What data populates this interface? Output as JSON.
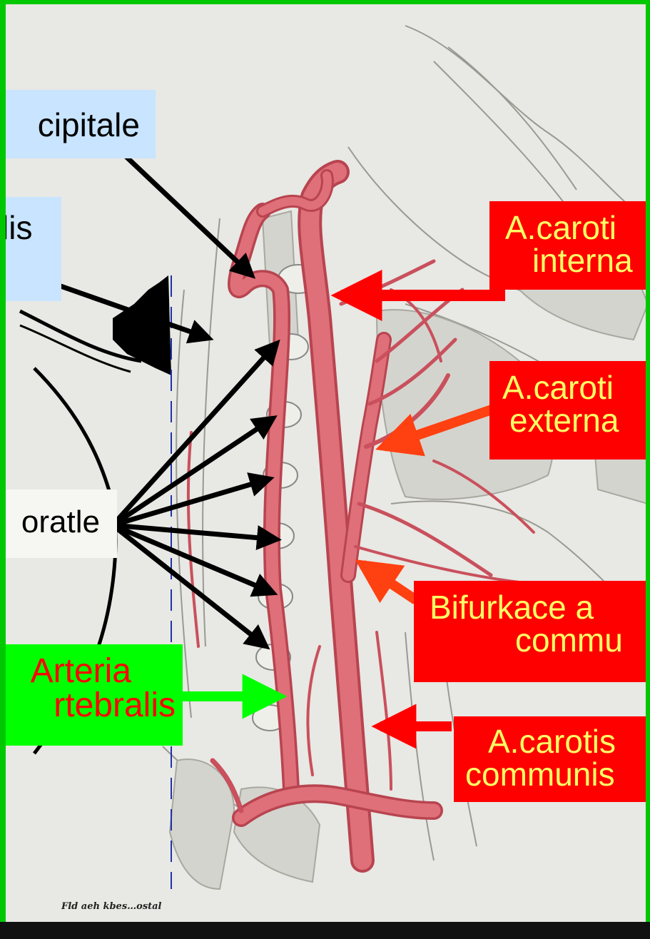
{
  "labels": {
    "occipitale": "cipitale",
    "basilaris": "lis",
    "carotis_interna_1": "A.caroti",
    "carotis_interna_2": "interna",
    "carotis_externa_1": "A.caroti",
    "carotis_externa_2": "externa",
    "perforatle": "oratle",
    "bifurkace_1": "Bifurkace a",
    "bifurkace_2": "commu",
    "arteria_vertebralis_1": "Arteria",
    "arteria_vertebralis_2": "rtebralis",
    "carotis_communis_1": "A.carotis",
    "carotis_communis_2": "communis"
  },
  "credit": "Fld aeh kbes…ostal",
  "colors": {
    "red_box": "#ff0000",
    "yellow_text": "#ffff66",
    "green_box": "#00ff00",
    "blue_box": "#c8e4ff",
    "artery": "#d9606a",
    "frame": "#00c800"
  }
}
